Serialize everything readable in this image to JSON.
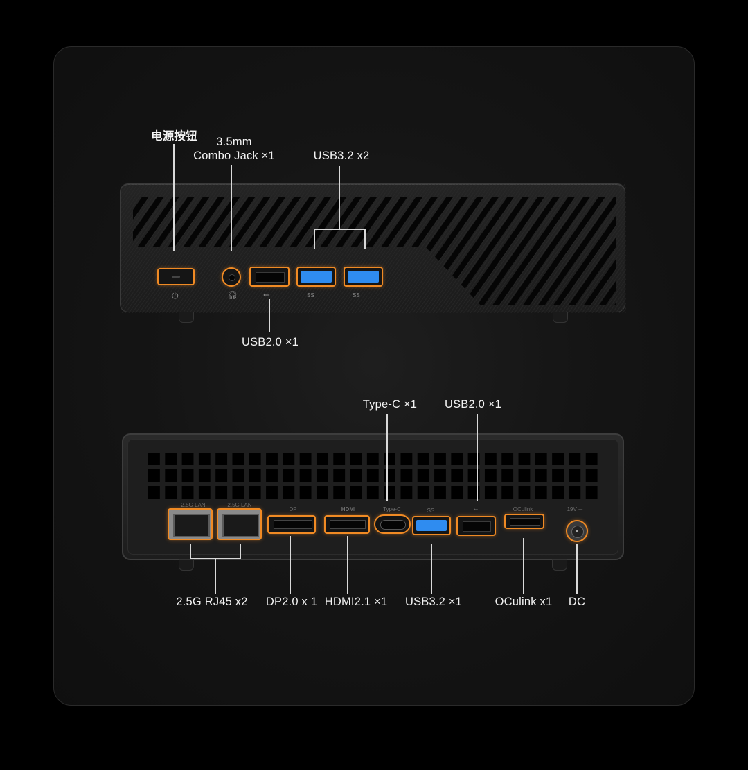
{
  "colors": {
    "accent": "#f08a24",
    "usb3_blue": "#2f8cf0",
    "background": "#000000",
    "label": "#f2f2f2"
  },
  "front_labels": {
    "power_button": "电源按钮",
    "combo_jack_line1": "3.5mm",
    "combo_jack_line2": "Combo Jack ×1",
    "usb32_front": "USB3.2 x2",
    "usb20_front": "USB2.0  ×1"
  },
  "back_labels": {
    "typec": "Type-C ×1",
    "usb20_back": "USB2.0 ×1",
    "rj45": "2.5G RJ45 x2",
    "dp": "DP2.0 x 1",
    "hdmi": "HDMI2.1 ×1",
    "usb32_back": "USB3.2 ×1",
    "oculink": "OCulink x1",
    "dc": "DC"
  },
  "port_markings": {
    "lan1": "2.5G LAN",
    "lan2": "2.5G LAN",
    "dp": "DP",
    "hdmi": "HDMI",
    "typec": "Type-C",
    "ss": "SS",
    "oculink": "OCulink",
    "dc": "19V ⎓"
  },
  "icons": [
    "power-icon",
    "headphone-icon",
    "usb-icon",
    "ss-usb-icon"
  ]
}
